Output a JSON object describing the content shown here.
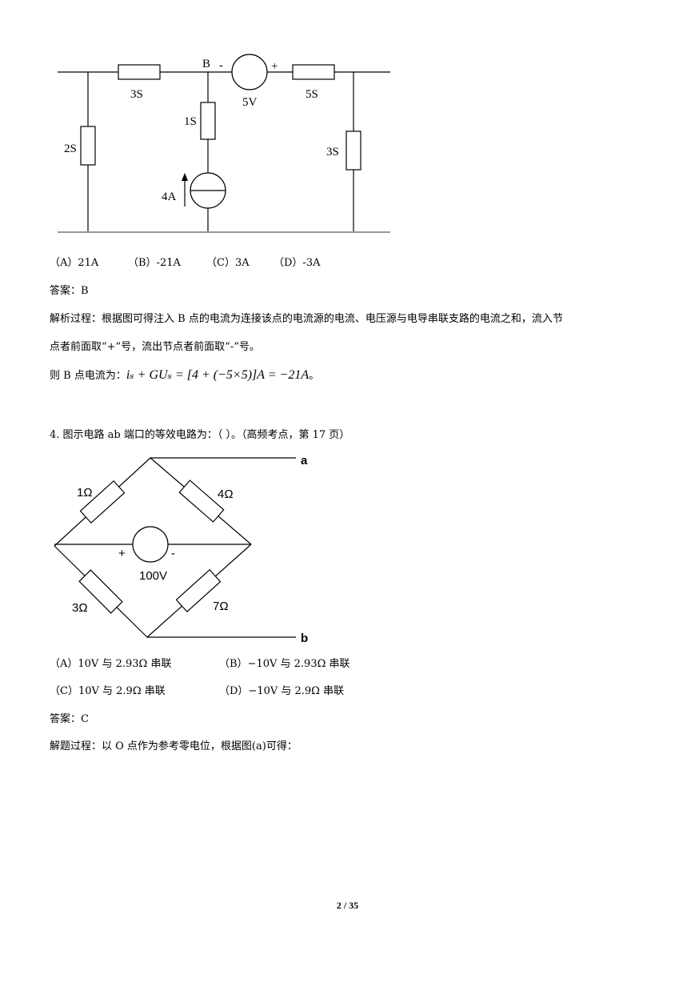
{
  "figure1": {
    "labels": {
      "r3s_top": "3S",
      "node_b": "B",
      "minus": "-",
      "plus": "+",
      "volt": "5V",
      "r5s": "5S",
      "r1s": "1S",
      "r2s": "2S",
      "r3s_right": "3S",
      "current": "4A"
    }
  },
  "q3": {
    "options": [
      "（A）21A",
      "（B）-21A",
      "（C）3A",
      "（D）-3A"
    ],
    "answer": "答案：B",
    "explanation_line1": "解析过程：根据图可得注入 B 点的电流为连接该点的电流源的电流、电压源与电导串联支路的电流之和，流入节",
    "explanation_line2": "点者前面取“+”号，流出节点者前面取“-”号。",
    "formula_prefix": "则 B 点电流为：",
    "formula": "iₛ + GUₛ = [4 + (−5×5)]A = −21A",
    "formula_suffix": "。"
  },
  "q4": {
    "question": "4.  图示电路 ab 端口的等效电路为：（   ）。（高频考点，第 17 页）",
    "figure_labels": {
      "a": "a",
      "b": "b",
      "r1": "1Ω",
      "r4": "4Ω",
      "r3": "3Ω",
      "r7": "7Ω",
      "plus": "+",
      "minus": "-",
      "volt": "100V"
    },
    "options": [
      "（A）10V 与 2.93Ω 串联",
      "（B）−10V 与 2.93Ω 串联",
      "（C）10V 与 2.9Ω 串联",
      "（D）−10V 与 2.9Ω 串联"
    ],
    "answer": "答案：C",
    "solution": "解题过程：以 O 点作为参考零电位，根据图(a)可得："
  },
  "footer": {
    "page": "2 / 35"
  }
}
